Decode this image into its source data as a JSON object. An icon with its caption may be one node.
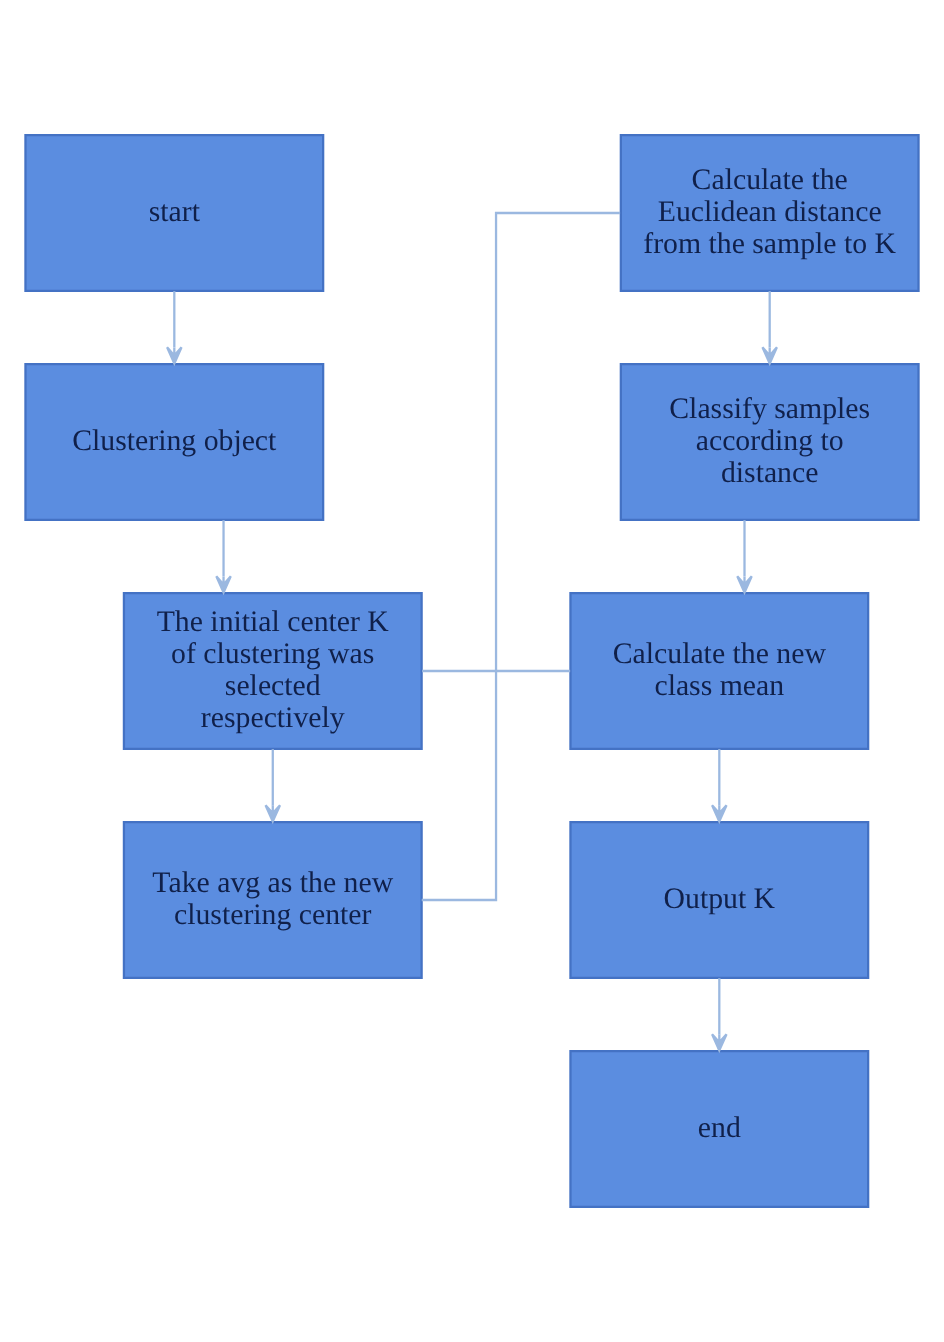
{
  "diagram": {
    "nodes": [
      {
        "text": [
          "start"
        ]
      },
      {
        "text": [
          "Clustering object"
        ]
      },
      {
        "text": [
          "The initial center K of clustering was selected respectively"
        ]
      },
      {
        "text": [
          "Take avg as the new clustering center"
        ]
      },
      {
        "text": [
          "Calculate the Euclidean distance from the sample to K"
        ]
      },
      {
        "text": [
          "Classify samples according to distance"
        ]
      },
      {
        "text": [
          "Calculate the new class mean"
        ]
      },
      {
        "text": [
          "Output K"
        ]
      },
      {
        "text": [
          "end"
        ]
      }
    ],
    "edges": [
      {
        "from": 0,
        "to": 1,
        "arrow": "to"
      },
      {
        "from": 1,
        "to": 2,
        "arrow": "to"
      },
      {
        "from": 2,
        "to": 3,
        "arrow": "to"
      },
      {
        "from": 3,
        "to": 4,
        "arrow": "none"
      },
      {
        "from": 4,
        "to": 5,
        "arrow": "to"
      },
      {
        "from": 5,
        "to": 6,
        "arrow": "to"
      },
      {
        "from": 2,
        "to": 6,
        "arrow": "none"
      },
      {
        "from": 6,
        "to": 7,
        "arrow": "to"
      },
      {
        "from": 7,
        "to": 8,
        "arrow": "to"
      }
    ]
  }
}
